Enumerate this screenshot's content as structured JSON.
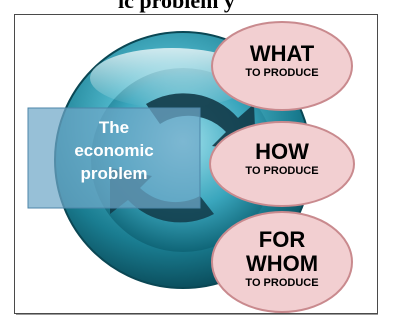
{
  "header_fragment": "ic problem y",
  "center_label": {
    "line1": "The",
    "line2": "economic",
    "line3": "problem"
  },
  "questions": [
    {
      "big": [
        "WHAT"
      ],
      "small": "TO PRODUCE"
    },
    {
      "big": [
        "HOW"
      ],
      "small": "TO PRODUCE"
    },
    {
      "big": [
        "FOR",
        "WHOM"
      ],
      "small": "TO PRODUCE"
    }
  ],
  "colors": {
    "ellipse_fill": "#f2cfd1",
    "ellipse_stroke": "#c98a8e",
    "sphere_dark": "#0d5a6a",
    "sphere_light": "#7fd3e3",
    "label_box": "#6fa8c8"
  }
}
